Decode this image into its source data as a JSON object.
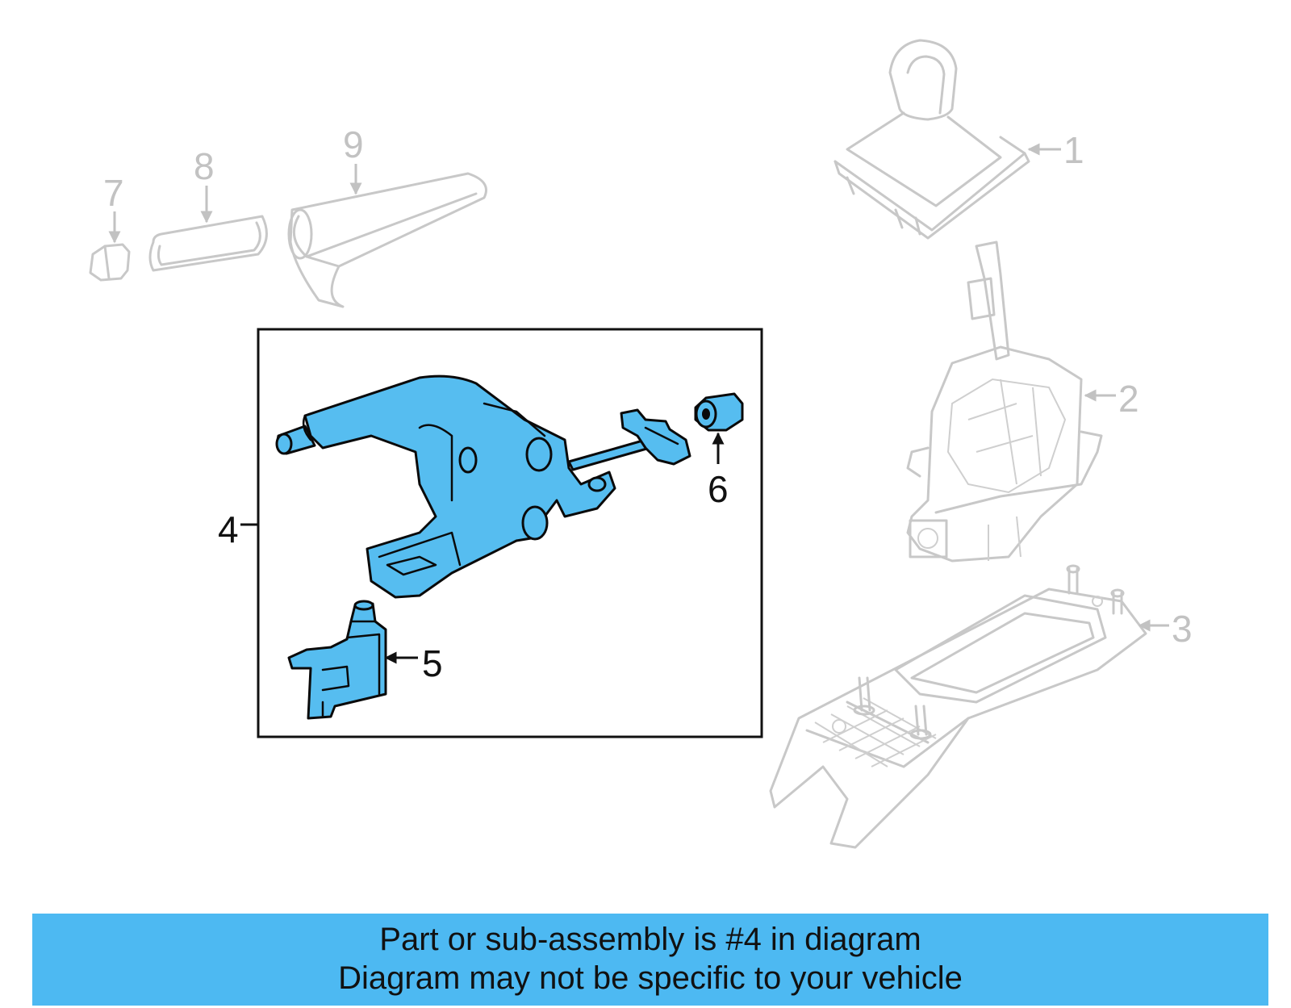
{
  "callouts": {
    "c1": "1",
    "c2": "2",
    "c3": "3",
    "c4": "4",
    "c5": "5",
    "c6": "6",
    "c7": "7",
    "c8": "8",
    "c9": "9"
  },
  "highlight_color": "#56bdf0",
  "faded_color": "#c8c8c8",
  "banner": {
    "line1": "Part or sub-assembly is #4 in diagram",
    "line2": "Diagram may not be specific to your vehicle",
    "background": "#4db9f2"
  }
}
